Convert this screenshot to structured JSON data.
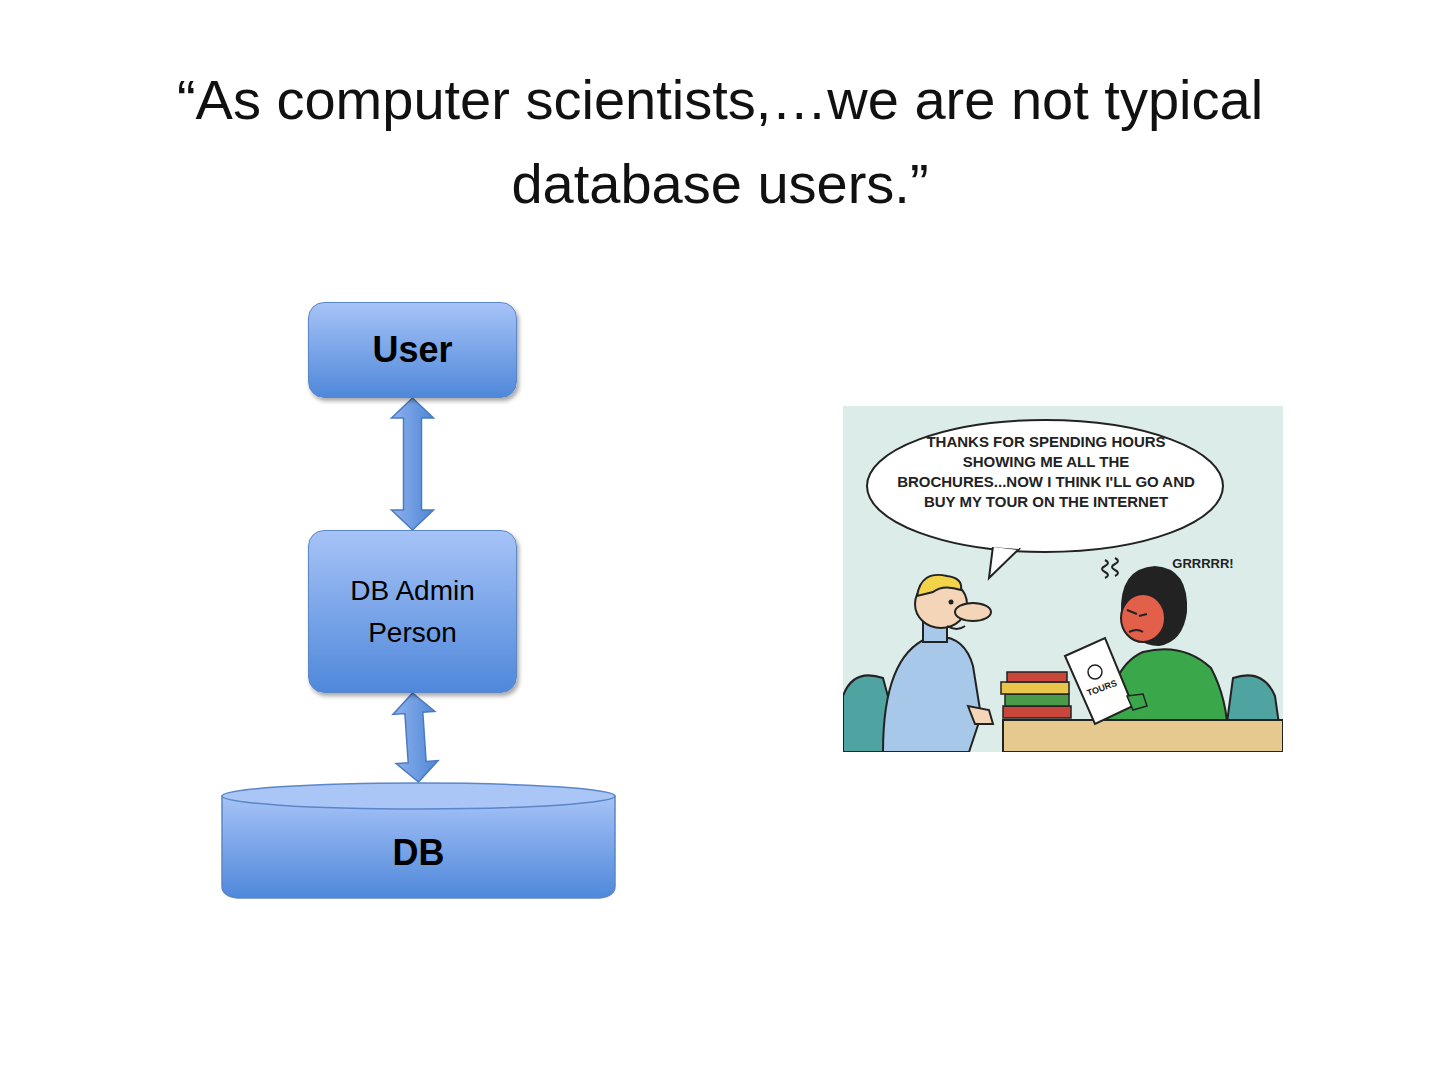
{
  "diagram": {
    "title": "“As computer scientists,…we are not typical database users.”",
    "nodes": [
      {
        "text": [
          "User"
        ]
      },
      {
        "text": [
          "DB Admin Person"
        ]
      },
      {
        "text": [
          "DB"
        ]
      }
    ],
    "edges": [
      {
        "from": 0,
        "to": 1,
        "arrow": "both"
      },
      {
        "from": 1,
        "to": 2,
        "arrow": "both"
      }
    ],
    "labels": [
      "THANKS FOR SPENDING HOURS SHOWING ME ALL THE BROCHURES...NOW I THINK I'LL GO AND BUY MY TOUR ON THE INTERNET",
      "GRRRRR!",
      "TOURS"
    ]
  }
}
